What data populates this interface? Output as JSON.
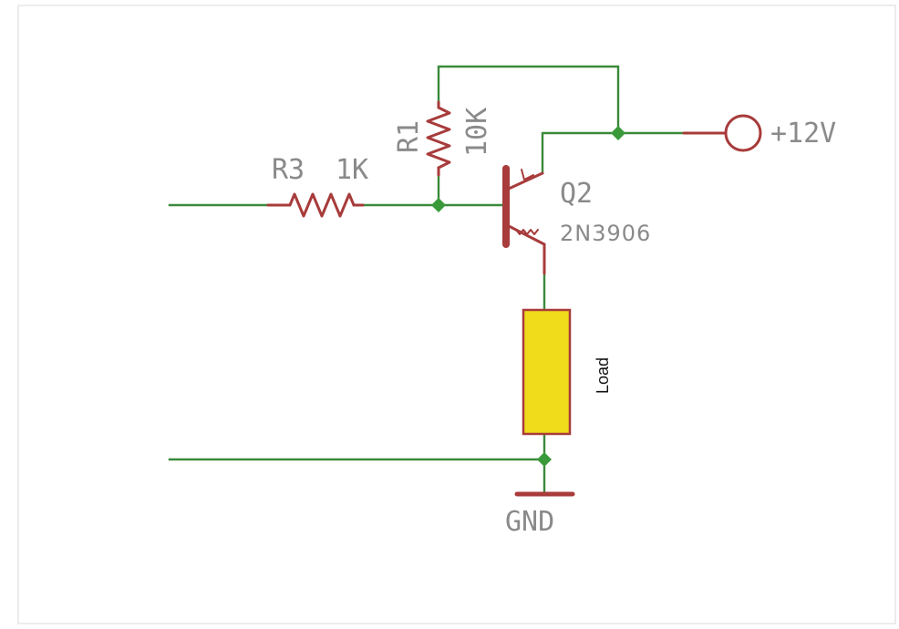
{
  "labels": {
    "r3_name": "R3",
    "r3_value": "1K",
    "r1_name": "R1",
    "r1_value": "10K",
    "q2_name": "Q2",
    "q2_part": "2N3906",
    "supply": "+12V",
    "load": "Load",
    "ground": "GND"
  },
  "colors": {
    "wire": "#3a8a3a",
    "component": "#a83b3b",
    "load_fill": "#f0dc1a",
    "label": "#8a8a8a"
  }
}
